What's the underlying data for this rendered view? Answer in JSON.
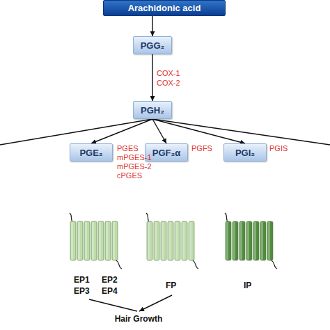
{
  "diagram": {
    "nodes": [
      {
        "text": [
          "Arachidonic acid"
        ]
      },
      {
        "text": [
          "PGG₂"
        ]
      },
      {
        "text": [
          "PGH₂"
        ]
      },
      {
        "text": [
          "PGE₂"
        ]
      },
      {
        "text": [
          "PGF₂α"
        ]
      },
      {
        "text": [
          "PGI₂"
        ]
      }
    ],
    "edges": [
      {
        "from": 0,
        "to": 1,
        "arrow": "to"
      },
      {
        "from": 1,
        "to": 2,
        "arrow": "to"
      },
      {
        "from": 2,
        "to": 3,
        "arrow": "to"
      },
      {
        "from": 2,
        "to": 4,
        "arrow": "to"
      },
      {
        "from": 2,
        "to": 5,
        "arrow": "to"
      }
    ],
    "labels": [
      "COX-1",
      "COX-2",
      "PGES",
      "mPGES-1",
      "mPGES-2",
      "cPGES",
      "PGFS",
      "PGIS",
      "EP1",
      "EP2",
      "EP3",
      "EP4",
      "FP",
      "IP",
      "Hair Growth"
    ]
  }
}
